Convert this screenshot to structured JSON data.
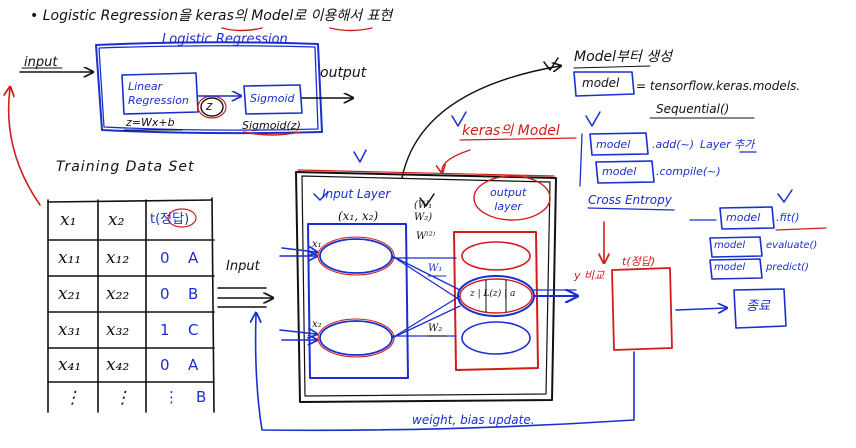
{
  "title": "• Logistic Regression을 keras의 Model로 이용해서 표현",
  "colors": {
    "ink": "#111111",
    "blue": "#1a2fd0",
    "red": "#d21c1c"
  },
  "logistic_regression_box": {
    "label": "Logistic Regression",
    "linear_regression": "Linear\nRegression",
    "z_formula": "z=Wx+b",
    "z_symbol": "z",
    "sigmoid": "Sigmoid",
    "sigmoid_z": "Sigmoid(z)",
    "input_label": "input",
    "output_label": "output"
  },
  "training": {
    "title": "Training Data Set",
    "headers": [
      "x₁",
      "x₂",
      "t(정답)"
    ],
    "rows": [
      [
        "x₁₁",
        "x₁₂",
        "0",
        "A"
      ],
      [
        "x₂₁",
        "x₂₂",
        "0",
        "B"
      ],
      [
        "x₃₁",
        "x₃₂",
        "1",
        "C"
      ],
      [
        "x₄₁",
        "x₄₂",
        "0",
        "A"
      ],
      [
        "⋮",
        "⋮",
        "⋮",
        "B"
      ]
    ],
    "input_arrow_label": "Input"
  },
  "keras_model": {
    "title": "keras의 Model",
    "input_layer": "Input Layer",
    "input_pair": "(x₁, x₂)",
    "x1": "x₁",
    "x2": "x₂",
    "weights": "(W₁\nW₂)",
    "w_superscript": "W⁽²⁾",
    "w1": "W₁",
    "w2": "W₂",
    "output_layer": "output\nlayer",
    "node_text": "z | L(z) | a",
    "y_compare": "y 비교",
    "t_answer": "t(정답)",
    "cross_entropy": "Cross Entropy",
    "update": "weight, bias update."
  },
  "model_creation": {
    "heading": "Model부터 생성",
    "model_word": "model",
    "assignment": "= tensorflow.keras.models.",
    "sequential": "Sequential()",
    "add_object": "model",
    "add_call": ".add(~)",
    "add_note": "Layer 추가",
    "compile_object": "model",
    "compile_call": ".compile(~)",
    "fit_object": "model",
    "fit_call": ".fit()",
    "evaluate_object": "model",
    "evaluate_call": "evaluate()",
    "predict_object": "model",
    "predict_call": "predict()",
    "end": "종료"
  }
}
